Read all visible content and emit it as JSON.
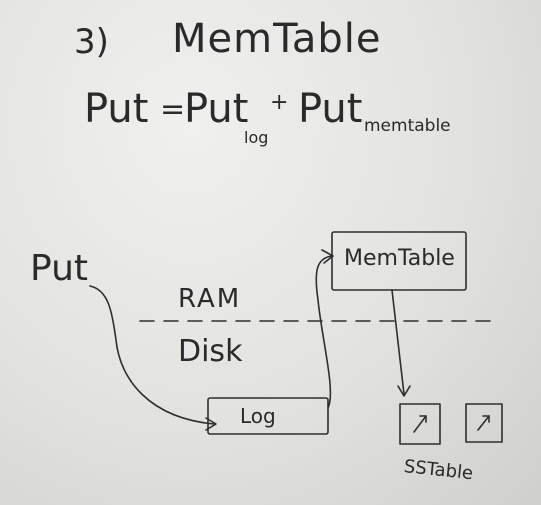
{
  "title": {
    "number": "3)",
    "name": "MemTable"
  },
  "formula": {
    "lhs": "Put",
    "equals": "=",
    "term1": "Put",
    "term1_sub": "log",
    "plus": "+",
    "term2": "Put",
    "term2_sub": "memtable"
  },
  "diagram": {
    "put_label": "Put",
    "ram_label": "RAM",
    "disk_label": "Disk",
    "log_label": "Log",
    "memtable_label": "MemTable",
    "sstable_label": "SSTable"
  },
  "colors": {
    "board": "#e6e6e3",
    "marker": "#2a2a2a"
  }
}
